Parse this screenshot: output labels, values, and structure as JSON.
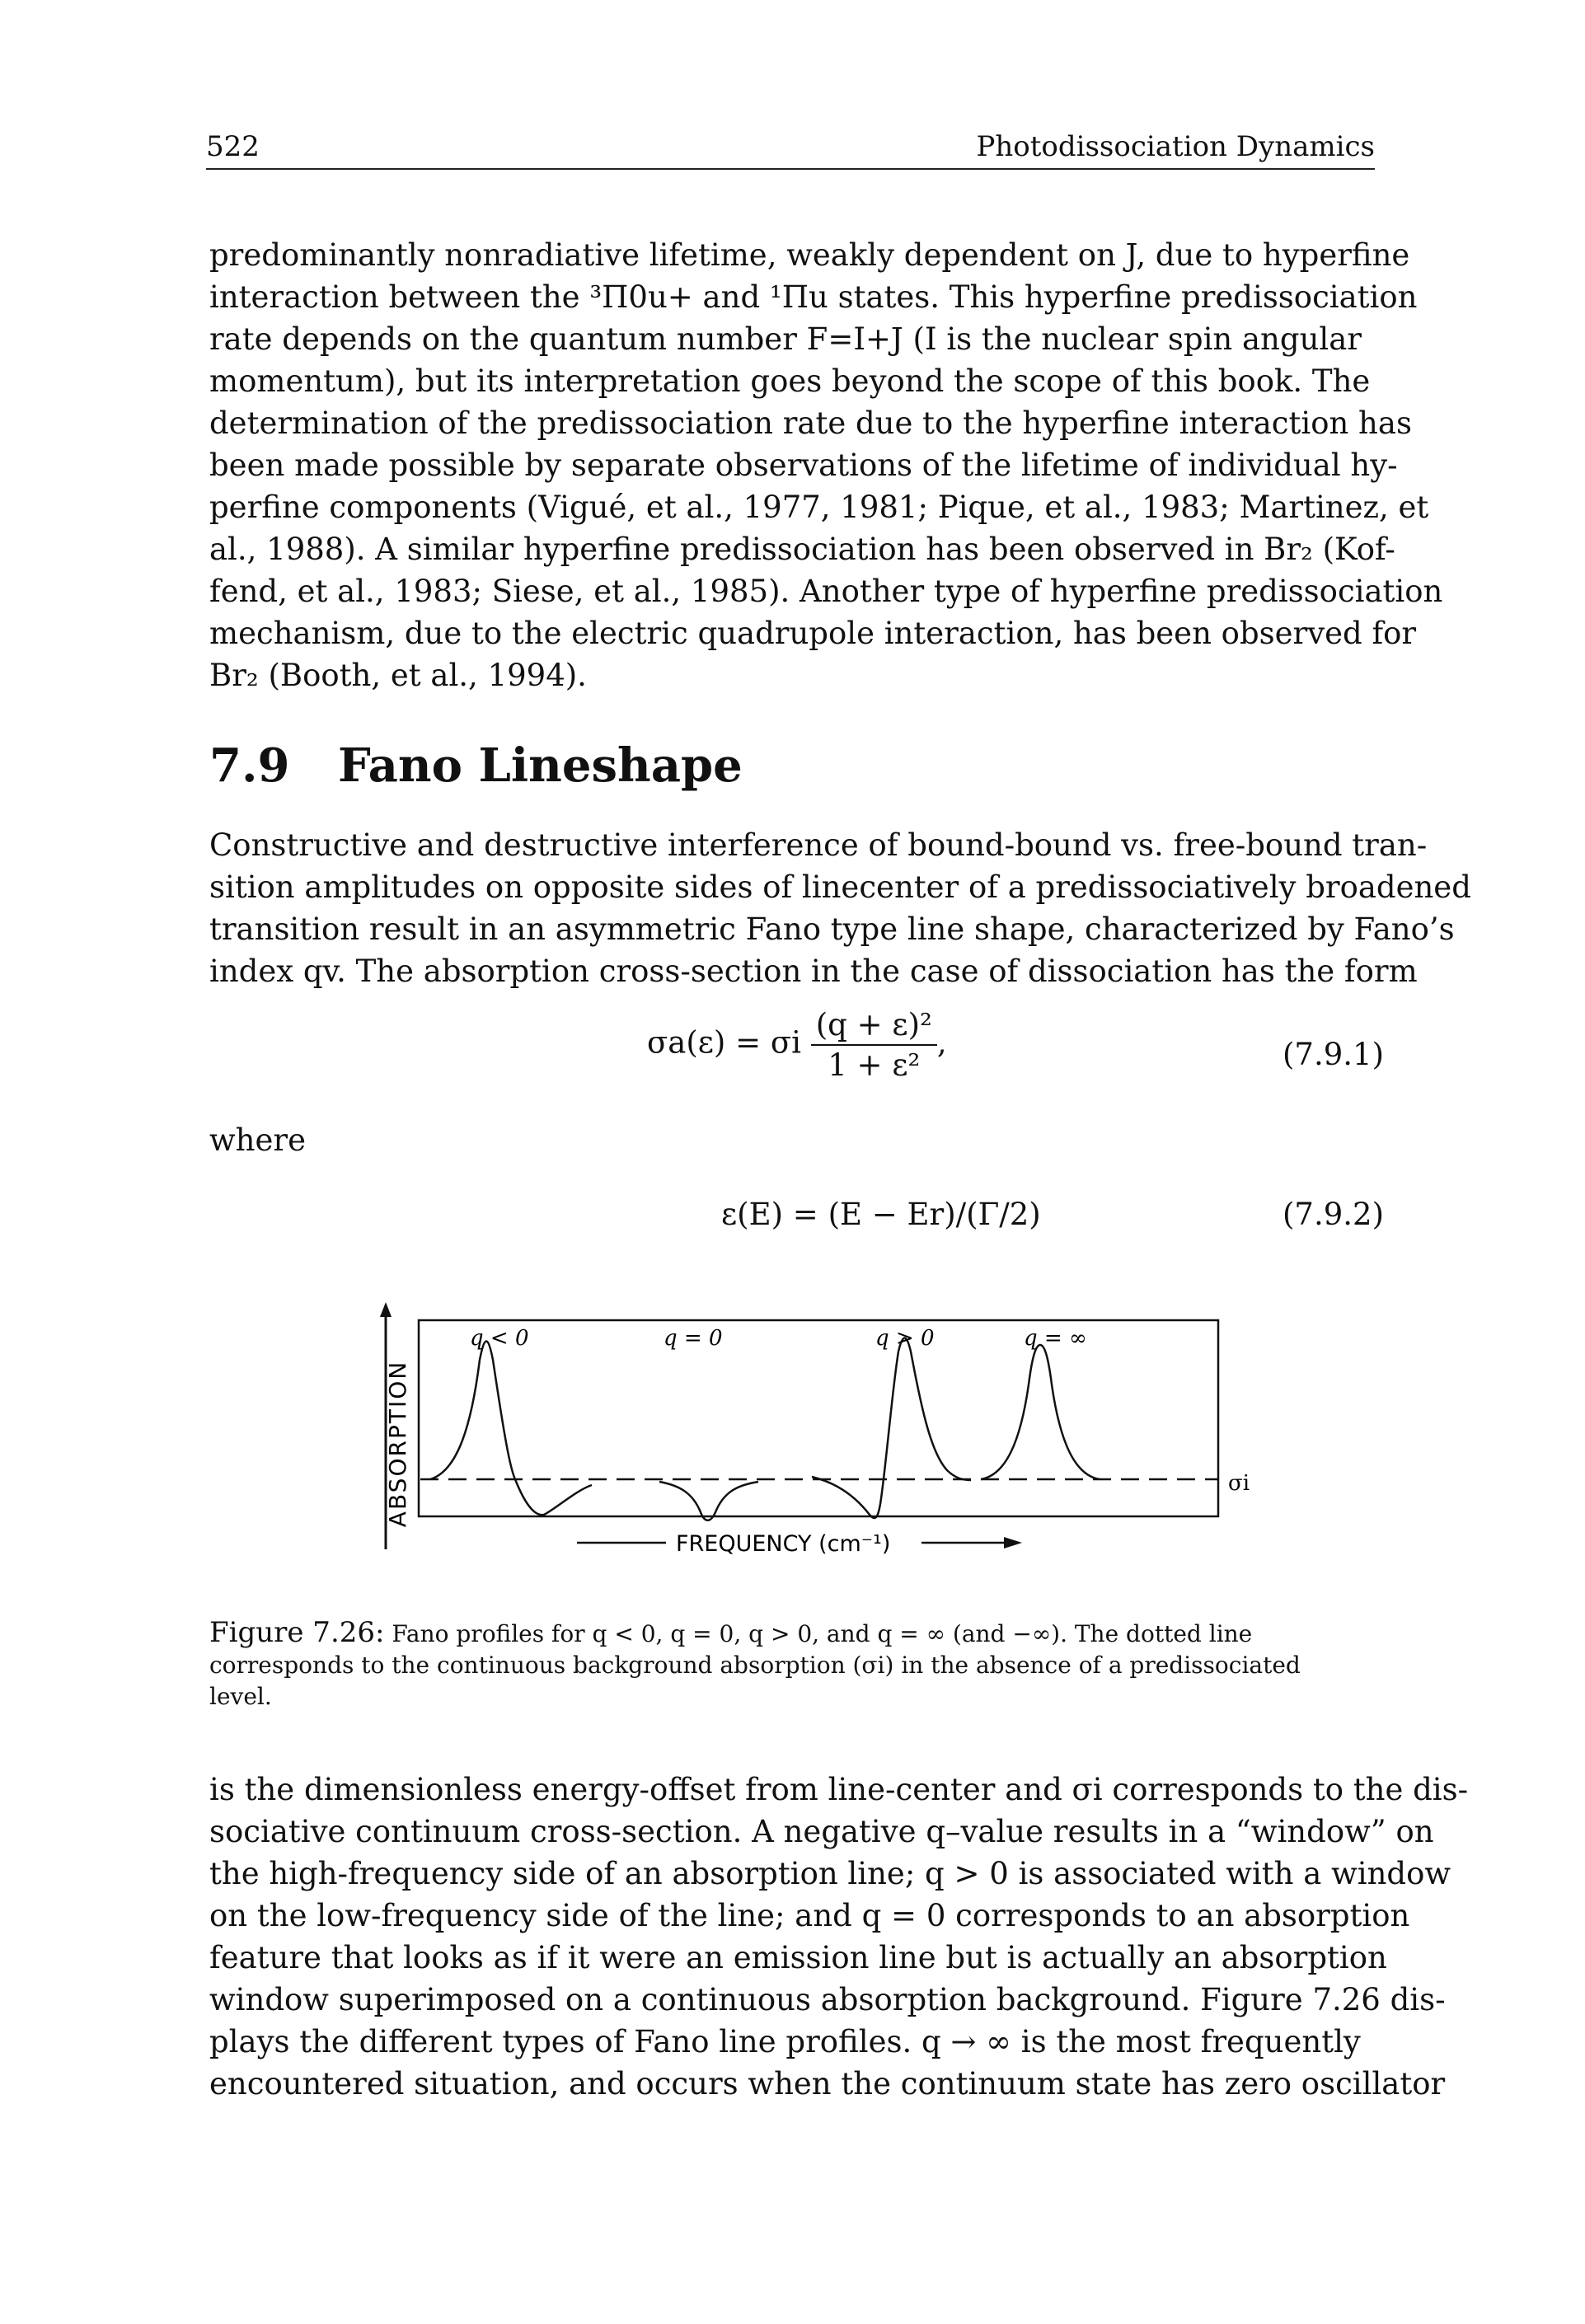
{
  "header": {
    "page_number": "522",
    "running_title": "Photodissociation Dynamics"
  },
  "para1": [
    "predominantly nonradiative lifetime, weakly dependent on J, due to hyperfine",
    "interaction between the ³Π0u+ and ¹Πu states. This hyperfine predissociation",
    "rate depends on the quantum number F=I+J (I is the nuclear spin angular",
    "momentum), but its interpretation goes beyond the scope of this book. The",
    "determination of the predissociation rate due to the hyperfine interaction has",
    "been made possible by separate observations of the lifetime of individual hy-",
    "perfine components (Vigué, et al., 1977, 1981; Pique, et al., 1983; Martinez, et",
    "al., 1988). A similar hyperfine predissociation has been observed in Br₂ (Kof-",
    "fend, et al., 1983; Siese, et al., 1985). Another type of hyperfine predissociation",
    "mechanism, due to the electric quadrupole interaction, has been observed for",
    "Br₂ (Booth, et al., 1994)."
  ],
  "section": {
    "number": "7.9",
    "title": "Fano Lineshape"
  },
  "para2": [
    "Constructive and destructive interference of bound-bound vs. free-bound tran-",
    "sition amplitudes on opposite sides of linecenter of a predissociatively broadened",
    "transition result in an asymmetric Fano type line shape, characterized by Fano’s",
    "index qv. The absorption cross-section in the case of dissociation has the form"
  ],
  "eq1": {
    "lhs": "σa(ε) = σi",
    "numerator": "(q + ε)²",
    "denominator": "1 + ε²",
    "tail": ",",
    "number": "(7.9.1)"
  },
  "where": "where",
  "eq2": {
    "text": "ε(E) = (E − Er)/(Γ/2)",
    "number": "(7.9.2)"
  },
  "figure": {
    "y_axis_label": "ABSORPTION",
    "x_axis_label": "FREQUENCY (cm⁻¹)",
    "baseline_label": "σi",
    "panel_labels": [
      "q < 0",
      "q = 0",
      "q > 0",
      "q = ∞"
    ]
  },
  "caption": {
    "lead": "Figure 7.26:",
    "lines": [
      "Fano profiles for q < 0, q = 0, q > 0, and q = ∞ (and −∞). The dotted line",
      "corresponds to the continuous background absorption (σi) in the absence of a predissociated",
      "level."
    ]
  },
  "para3": [
    "is the dimensionless energy-offset from line-center and σi corresponds to the dis-",
    "sociative continuum cross-section. A negative q–value results in a “window” on",
    "the high-frequency side of an absorption line; q > 0 is associated with a window",
    "on the low-frequency side of the line; and q = 0 corresponds to an absorption",
    "feature that looks as if it were an emission line but is actually an absorption",
    "window superimposed on a continuous absorption background. Figure 7.26 dis-",
    "plays the different types of Fano line profiles. q → ∞ is the most frequently",
    "encountered situation, and occurs when the continuum state has zero oscillator"
  ]
}
